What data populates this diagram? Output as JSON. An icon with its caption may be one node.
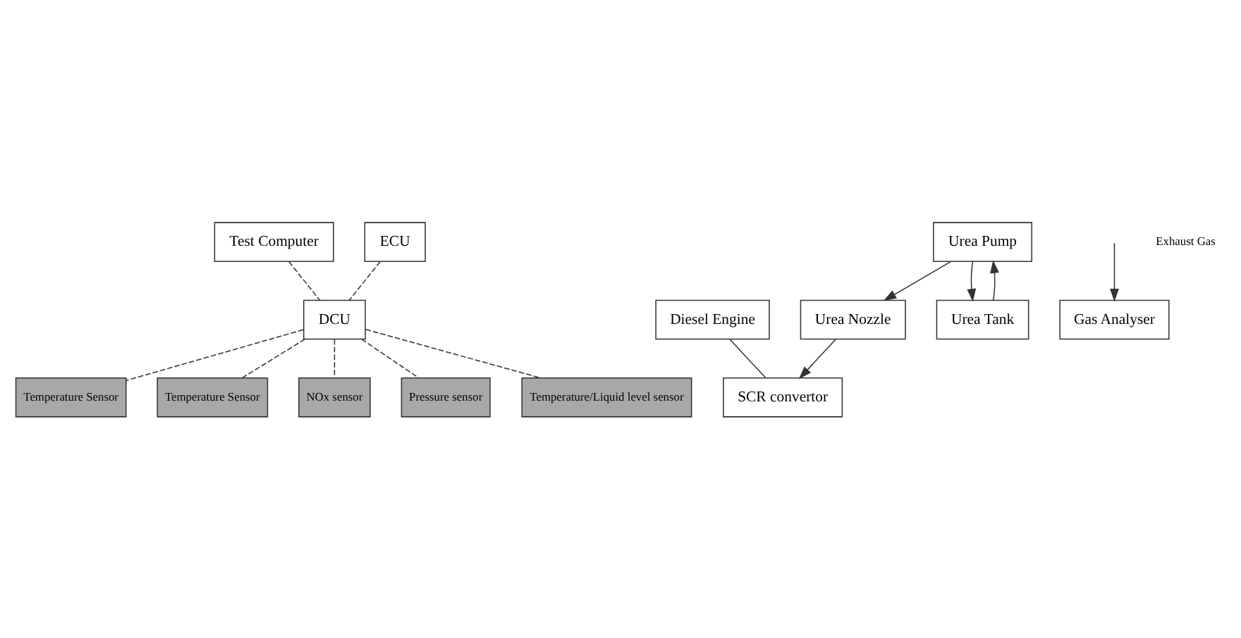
{
  "diagram": {
    "nodes": [
      {
        "text": [
          "Test Computer"
        ]
      },
      {
        "text": [
          "DCU"
        ]
      },
      {
        "text": [
          "ECU"
        ]
      },
      {
        "text": [
          "Diesel Engine"
        ]
      },
      {
        "text": [
          "SCR convertor"
        ]
      },
      {
        "text": [
          "Gas Analyser"
        ]
      },
      {
        "text": [
          "Urea Nozzle"
        ]
      },
      {
        "text": [
          "Urea Pump"
        ]
      },
      {
        "text": [
          "Urea Tank"
        ]
      },
      {
        "text": [
          "Temperature Sensor"
        ]
      },
      {
        "text": [
          "Temperature Sensor"
        ]
      },
      {
        "text": [
          "NOx sensor"
        ]
      },
      {
        "text": [
          "Pressure sensor"
        ]
      },
      {
        "text": [
          "Temperature/Liquid level sensor"
        ]
      }
    ],
    "edges": [
      {
        "from": 0,
        "to": 1,
        "arrow": "none",
        "style": "dashed"
      },
      {
        "from": 2,
        "to": 1,
        "arrow": "none",
        "style": "dashed"
      },
      {
        "from": 1,
        "to": 9,
        "arrow": "none",
        "style": "dashed"
      },
      {
        "from": 1,
        "to": 10,
        "arrow": "none",
        "style": "dashed"
      },
      {
        "from": 1,
        "to": 11,
        "arrow": "none",
        "style": "dashed"
      },
      {
        "from": 1,
        "to": 12,
        "arrow": "none",
        "style": "dashed"
      },
      {
        "from": 1,
        "to": 13,
        "arrow": "none",
        "style": "dashed"
      },
      {
        "from": 3,
        "to": 4,
        "arrow": "none"
      },
      {
        "from": null,
        "to": 5,
        "arrow": "to"
      },
      {
        "from": 6,
        "to": 4,
        "arrow": "to"
      },
      {
        "from": 7,
        "to": 6,
        "arrow": "to"
      },
      {
        "from": 8,
        "to": 7,
        "arrow": "to"
      },
      {
        "from": 7,
        "to": 8,
        "arrow": "to"
      }
    ],
    "labels": [
      "Exhaust Gas"
    ]
  }
}
